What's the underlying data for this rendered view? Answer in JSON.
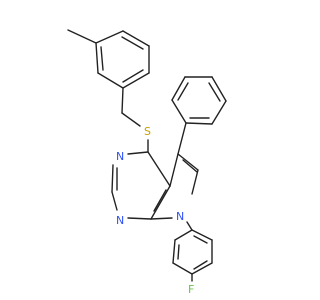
{
  "molecule": {
    "atom_labels": {
      "S": "S",
      "N_ring_top": "N",
      "N_ring_bottom": "N",
      "N_pyrrole": "N",
      "F": "F"
    },
    "colors": {
      "bond": "#222222",
      "carbon_label": "#222222",
      "nitrogen": "#3050F8",
      "sulfur": "#C8A000",
      "fluorine": "#6FC34A"
    }
  }
}
